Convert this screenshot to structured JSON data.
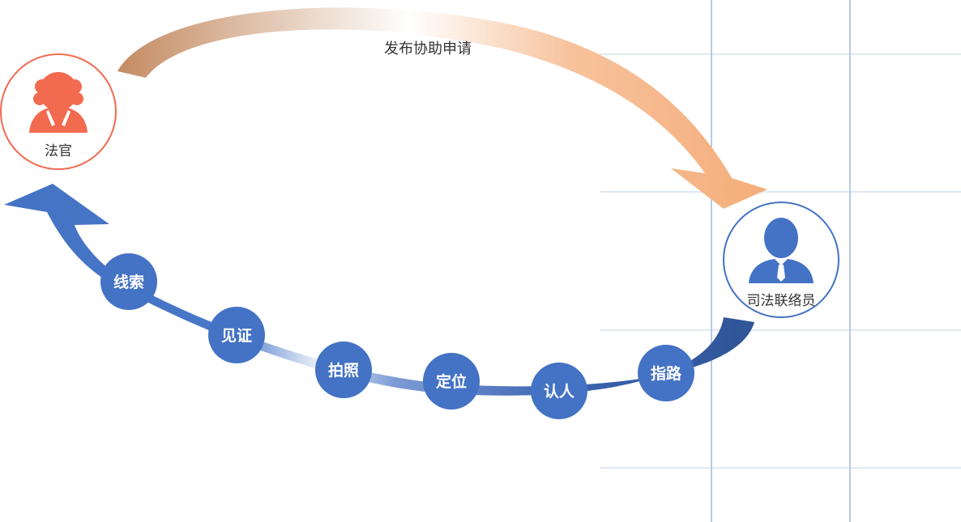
{
  "diagram": {
    "top_label": "发布协助申请",
    "judge": {
      "label": "法官",
      "icon": "judge-icon",
      "color": "#f26a4f"
    },
    "liaison": {
      "label": "司法联络员",
      "icon": "person-icon",
      "color": "#4472c4"
    },
    "steps": [
      "线索",
      "见证",
      "拍照",
      "定位",
      "认人",
      "指路"
    ],
    "colors": {
      "top_arrow_start": "#c48b62",
      "top_arrow_end": "#f5b07f",
      "bottom_arrow": "#4472c4",
      "bottom_arrow_dark": "#2f5597",
      "step_fill": "#4472c4",
      "grid": "#d6e0ee",
      "grid_vertical": "#9dbbe0"
    }
  }
}
